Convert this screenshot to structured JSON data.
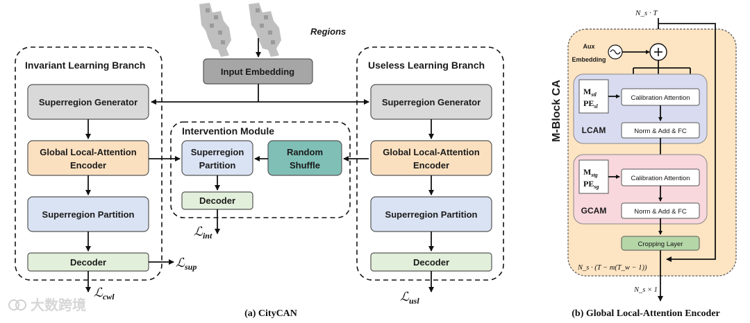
{
  "left_panel": {
    "caption": "(a) CityCAN",
    "regions_label": "Regions",
    "input_embedding": "Input Embedding",
    "invariant_branch": {
      "title": "Invariant Learning Branch",
      "superregion_generator": "Superregion Generator",
      "encoder_line1": "Global Local-Attention",
      "encoder_line2": "Encoder",
      "superregion_partition": "Superregion Partition",
      "decoder": "Decoder",
      "loss_sup_main": "ℒ",
      "loss_sup_sub": "sup",
      "loss_cwl_main": "ℒ",
      "loss_cwl_sub": "cwl"
    },
    "intervention_module": {
      "title": "Intervention Module",
      "partition_line1": "Superregion",
      "partition_line2": "Partition",
      "shuffle_line1": "Random",
      "shuffle_line2": "Shuffle",
      "decoder": "Decoder",
      "loss_int_main": "ℒ",
      "loss_int_sub": "int"
    },
    "useless_branch": {
      "title": "Useless Learning Branch",
      "superregion_generator": "Superregion Generator",
      "encoder_line1": "Global Local-Attention",
      "encoder_line2": "Encoder",
      "superregion_partition": "Superregion Partition",
      "decoder": "Decoder",
      "loss_usl_main": "ℒ",
      "loss_usl_sub": "usl"
    }
  },
  "right_panel": {
    "caption": "(b) Global Local-Attention Encoder",
    "block_title": "M-Block CA",
    "input_label": "N_s · T",
    "aux_line1": "Aux",
    "aux_line2": "Embedding",
    "lcam": {
      "label": "LCAM",
      "m_main": "M",
      "m_sub": "stl",
      "pe_main": "PE",
      "pe_sub": "sl",
      "calibration": "Calibration Attention",
      "norm": "Norm & Add & FC"
    },
    "gcam": {
      "label": "GCAM",
      "m_main": "M",
      "m_sub": "stg",
      "pe_main": "PE",
      "pe_sub": "sg",
      "calibration": "Calibration Attention",
      "norm": "Norm & Add & FC"
    },
    "cropping": "Cropping Layer",
    "formula": "N_s · (T − m(T_w − 1))",
    "output_label": "N_s × 1"
  },
  "watermark": "大数跨境",
  "colors": {
    "gray_box": "#d9d9d9",
    "input_box": "#a6a6a6",
    "orange_box": "#fbe0c0",
    "blue_box": "#dae3f3",
    "green_box": "#e2efda",
    "teal_box": "#7fbfb6",
    "mblock_bg": "#fde4c2",
    "lcam_bg": "#d9dcf0",
    "gcam_bg": "#f8d7dd",
    "cropping": "#b5d7a8"
  }
}
